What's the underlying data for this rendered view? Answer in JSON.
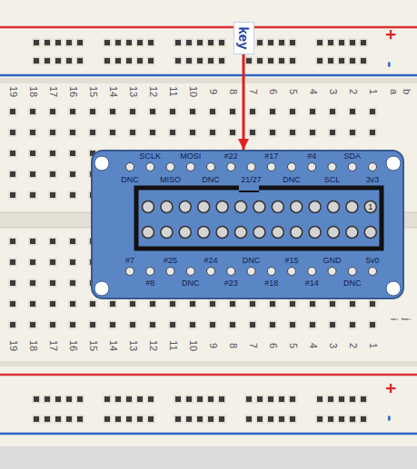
{
  "diagram": {
    "nodes": [
      {
        "text": [
          "key"
        ]
      },
      {
        "text": [
          "SCLK",
          "MOSI",
          "#22",
          "#17",
          "#4",
          "SDA",
          "DNC",
          "MISO",
          "DNC",
          "21/27",
          "DNC",
          "SCL",
          "3v3",
          "1",
          "#7",
          "#25",
          "#24",
          "DNC",
          "#15",
          "GND",
          "5v0",
          "#8",
          "DNC",
          "#23",
          "#18",
          "#14",
          "DNC"
        ]
      }
    ],
    "edges": [
      {
        "from": 0,
        "to": 1,
        "arrow": "to"
      }
    ],
    "labels": [
      "+",
      "-",
      "19",
      "18",
      "17",
      "16",
      "15",
      "14",
      "13",
      "12",
      "11",
      "10",
      "9",
      "8",
      "7",
      "6",
      "5",
      "4",
      "3",
      "2",
      "1",
      "a",
      "b",
      "i",
      "j",
      "19",
      "18",
      "17",
      "16",
      "15",
      "14",
      "13",
      "12",
      "11",
      "10",
      "9",
      "8",
      "7",
      "6",
      "5",
      "4",
      "3",
      "2",
      "1",
      "+",
      "-"
    ]
  }
}
